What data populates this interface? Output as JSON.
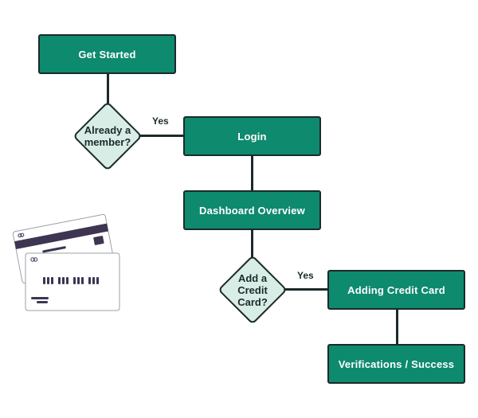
{
  "diagram": {
    "nodes": {
      "get_started": "Get Started",
      "already_member_line1": "Already a",
      "already_member_line2": "member?",
      "login": "Login",
      "dashboard_overview": "Dashboard Overview",
      "add_card_line1": "Add a",
      "add_card_line2": "Credit",
      "add_card_line3": "Card?",
      "adding_credit_card": "Adding Credit Card",
      "verifications_success": "Verifications / Success"
    },
    "edge_labels": {
      "yes_member": "Yes",
      "yes_card": "Yes"
    }
  },
  "colors": {
    "process_box": "#0e8a6e",
    "decision_fill": "#d8ede6",
    "outline": "#1b2a2a",
    "card_accent": "#3d3552"
  },
  "icons": [
    "credit-cards-illustration"
  ]
}
